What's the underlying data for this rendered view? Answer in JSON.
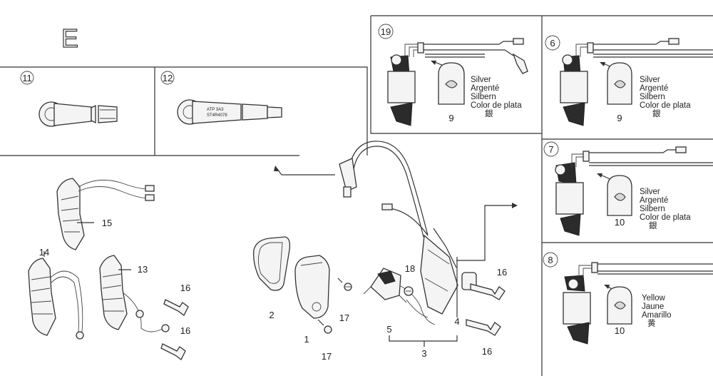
{
  "section_letter": "E",
  "insets": {
    "i11": {
      "badge": "11"
    },
    "i12": {
      "badge": "12",
      "cap_text_1": "ATP 3A3",
      "cap_text_2": "ST4R4078"
    },
    "i19": {
      "badge": "19",
      "color_lines": [
        "Silver",
        "Argenté",
        "Silbern",
        "Color de plata",
        "銀"
      ],
      "callout": "9"
    },
    "i6": {
      "badge": "6",
      "color_lines": [
        "Silver",
        "Argenté",
        "Silbern",
        "Color de plata",
        "銀"
      ],
      "callout": "9"
    },
    "i7": {
      "badge": "7",
      "color_lines": [
        "Silver",
        "Argenté",
        "Silbern",
        "Color de plata",
        "銀"
      ],
      "callout": "10"
    },
    "i8": {
      "badge": "8",
      "color_lines": [
        "Yellow",
        "Jaune",
        "Amarillo",
        "黄"
      ],
      "callout": "10"
    }
  },
  "callouts": {
    "c1": "1",
    "c2": "2",
    "c3": "3",
    "c4": "4",
    "c5": "5",
    "c13": "13",
    "c14": "14",
    "c15": "15",
    "c16a": "16",
    "c16b": "16",
    "c16c": "16",
    "c16d": "16",
    "c17a": "17",
    "c17b": "17",
    "c18": "18"
  },
  "colors": {
    "line": "#333333",
    "fill": "#f4f4f4",
    "dark": "#2b2b2b"
  }
}
